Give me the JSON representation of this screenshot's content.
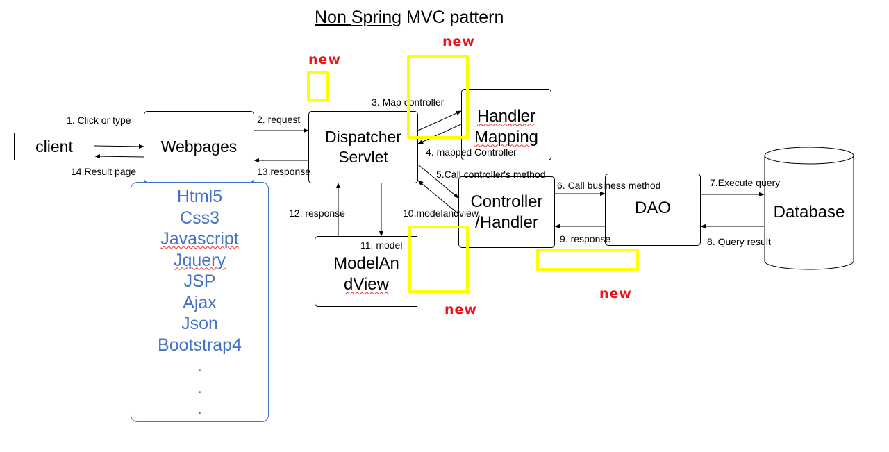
{
  "title": {
    "part1": "Non ",
    "part2": "Spring",
    "part3": " MVC pattern"
  },
  "nodes": {
    "client": "client",
    "webpages": "Webpages",
    "dispatcher": [
      "Dispatcher",
      "Servlet"
    ],
    "handler_mapping": [
      "Handler",
      "Mapping"
    ],
    "controller": [
      "Controller",
      "/Handler"
    ],
    "dao": "DAO",
    "database": "Database",
    "model_and_view": [
      "ModelAn",
      "dView"
    ]
  },
  "technologies": [
    "Html5",
    "Css3",
    "Javascript",
    "Jquery",
    "JSP",
    "Ajax",
    "Json",
    "Bootstrap4",
    ".",
    ".",
    "."
  ],
  "edges": {
    "e1": "1. Click or type",
    "e2": "2. request",
    "e3": "3. Map controller",
    "e4": "4. mapped Controller",
    "e5": "5.Call controller's method",
    "e6": "6. Call business method",
    "e7": "7.Execute query",
    "e8": "8. Query result",
    "e9": "9. response",
    "e10": "10.modelandview",
    "e11": "11. model",
    "e12": "12. response",
    "e13": "13.response",
    "e14": "14.Result page"
  },
  "annotations": {
    "new_label": "new"
  },
  "colors": {
    "highlight": "#ffff00",
    "new_text": "#e8141c",
    "tech_text": "#4472c4"
  }
}
